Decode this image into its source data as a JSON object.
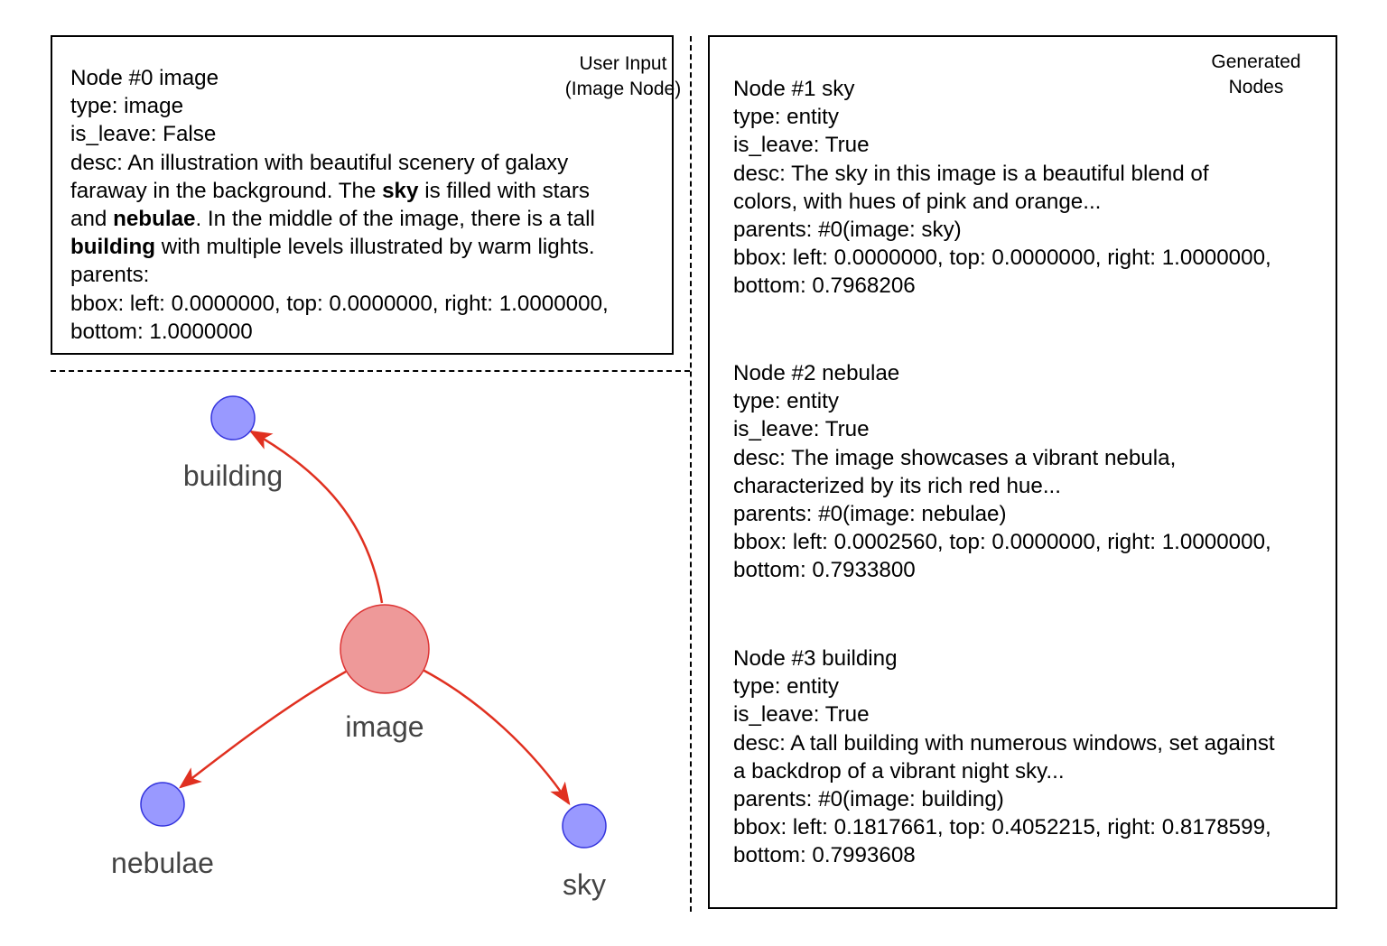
{
  "input_panel": {
    "caption_line1": "User Input",
    "caption_line2": "(Image Node)",
    "node": {
      "title": "Node #0 image",
      "type": "type: image",
      "is_leave": "is_leave: False",
      "desc_parts": [
        "desc: An illustration with beautiful scenery of galaxy",
        "faraway in the background. The ",
        "sky",
        " is filled with stars",
        "and ",
        "nebulae",
        ". In the middle of the image, there is a tall",
        "building",
        " with multiple levels illustrated by warm lights."
      ],
      "parents": "parents:",
      "bbox_line1": "bbox: left: 0.0000000, top: 0.0000000, right: 1.0000000,",
      "bbox_line2": "bottom: 1.0000000"
    }
  },
  "generated_panel": {
    "caption_line1": "Generated",
    "caption_line2": "Nodes",
    "nodes": [
      {
        "title": "Node #1 sky",
        "type": "type: entity",
        "is_leave": "is_leave: True",
        "desc_line1": "desc: The sky in this image is a beautiful blend of",
        "desc_line2": "colors, with hues of pink and orange...",
        "parents": "parents: #0(image: sky)",
        "bbox_line1": "bbox: left: 0.0000000, top: 0.0000000, right: 1.0000000,",
        "bbox_line2": "bottom: 0.7968206"
      },
      {
        "title": "Node #2 nebulae",
        "type": "type: entity",
        "is_leave": "is_leave: True",
        "desc_line1": "desc: The image showcases a vibrant nebula,",
        "desc_line2": "characterized by its rich red hue...",
        "parents": "parents: #0(image: nebulae)",
        "bbox_line1": "bbox: left: 0.0002560, top: 0.0000000, right: 1.0000000,",
        "bbox_line2": "bottom: 0.7933800"
      },
      {
        "title": "Node #3 building",
        "type": "type: entity",
        "is_leave": "is_leave: True",
        "desc_line1": "desc: A tall building with numerous windows, set against",
        "desc_line2": "a backdrop of a vibrant night sky...",
        "parents": "parents: #0(image: building)",
        "bbox_line1": "bbox: left: 0.1817661, top: 0.4052215, right: 0.8178599,",
        "bbox_line2": "bottom: 0.7993608"
      }
    ]
  },
  "graph": {
    "root": {
      "label": "image",
      "color": "#ee9999",
      "stroke": "#dd3333"
    },
    "children": [
      {
        "label": "building",
        "color": "#9999ff",
        "stroke": "#3333dd"
      },
      {
        "label": "nebulae",
        "color": "#9999ff",
        "stroke": "#3333dd"
      },
      {
        "label": "sky",
        "color": "#9999ff",
        "stroke": "#3333dd"
      }
    ],
    "edge_color": "#e03020"
  }
}
